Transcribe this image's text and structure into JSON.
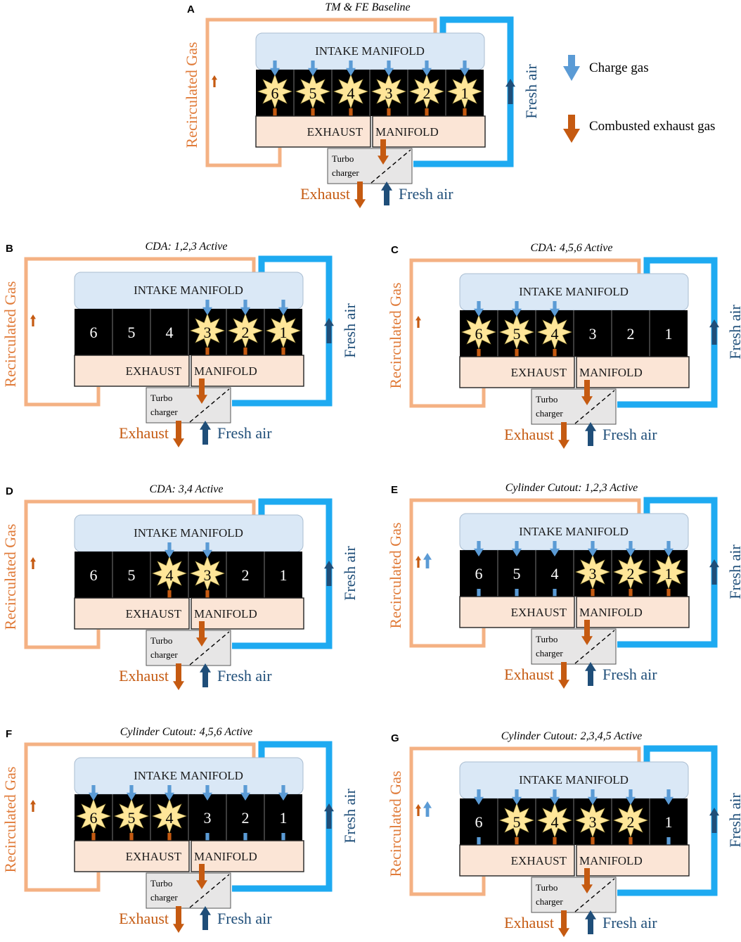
{
  "colors": {
    "recirc": "#f4b183",
    "fresh_pipe": "#1eaaf1",
    "intake_fill": "#dae8f6",
    "exhaust_fill": "#fbe5d6",
    "cyl_fill": "#000000",
    "burst_fill": "#ffe699",
    "charge_arrow": "#5b9bd5",
    "exhaust_arrow": "#c55a11",
    "fresh_arrow": "#1f4e79",
    "turbo_fill": "#e7e6e6",
    "label_orange": "#e07b39",
    "label_blue": "#1f4e79"
  },
  "labels": {
    "intake": "INTAKE MANIFOLD",
    "exhaust": "EXHAUST",
    "manifold": "MANIFOLD",
    "turbo1": "Turbo",
    "turbo2": "charger",
    "exhaust_out": "Exhaust",
    "fresh_air": "Fresh air",
    "recirc": "Recirculated Gas"
  },
  "legend": {
    "charge": "Charge gas",
    "combusted": "Combusted exhaust gas"
  },
  "panels": [
    {
      "id": "A",
      "title": "TM & FE Baseline",
      "active": [
        1,
        2,
        3,
        4,
        5,
        6
      ],
      "charge_inactive": false,
      "recirc_blue": false
    },
    {
      "id": "B",
      "title": "CDA: 1,2,3 Active",
      "active": [
        1,
        2,
        3
      ],
      "charge_inactive": false,
      "recirc_blue": false
    },
    {
      "id": "C",
      "title": "CDA: 4,5,6 Active",
      "active": [
        4,
        5,
        6
      ],
      "charge_inactive": false,
      "recirc_blue": false
    },
    {
      "id": "D",
      "title": "CDA: 3,4 Active",
      "active": [
        3,
        4
      ],
      "charge_inactive": false,
      "recirc_blue": false
    },
    {
      "id": "E",
      "title": "Cylinder Cutout: 1,2,3 Active",
      "active": [
        1,
        2,
        3
      ],
      "charge_inactive": true,
      "recirc_blue": true
    },
    {
      "id": "F",
      "title": "Cylinder Cutout: 4,5,6 Active",
      "active": [
        4,
        5,
        6
      ],
      "charge_inactive": true,
      "recirc_blue": false
    },
    {
      "id": "G",
      "title": "Cylinder Cutout: 2,3,4,5 Active",
      "active": [
        2,
        3,
        4,
        5
      ],
      "charge_inactive": true,
      "recirc_blue": true
    }
  ]
}
